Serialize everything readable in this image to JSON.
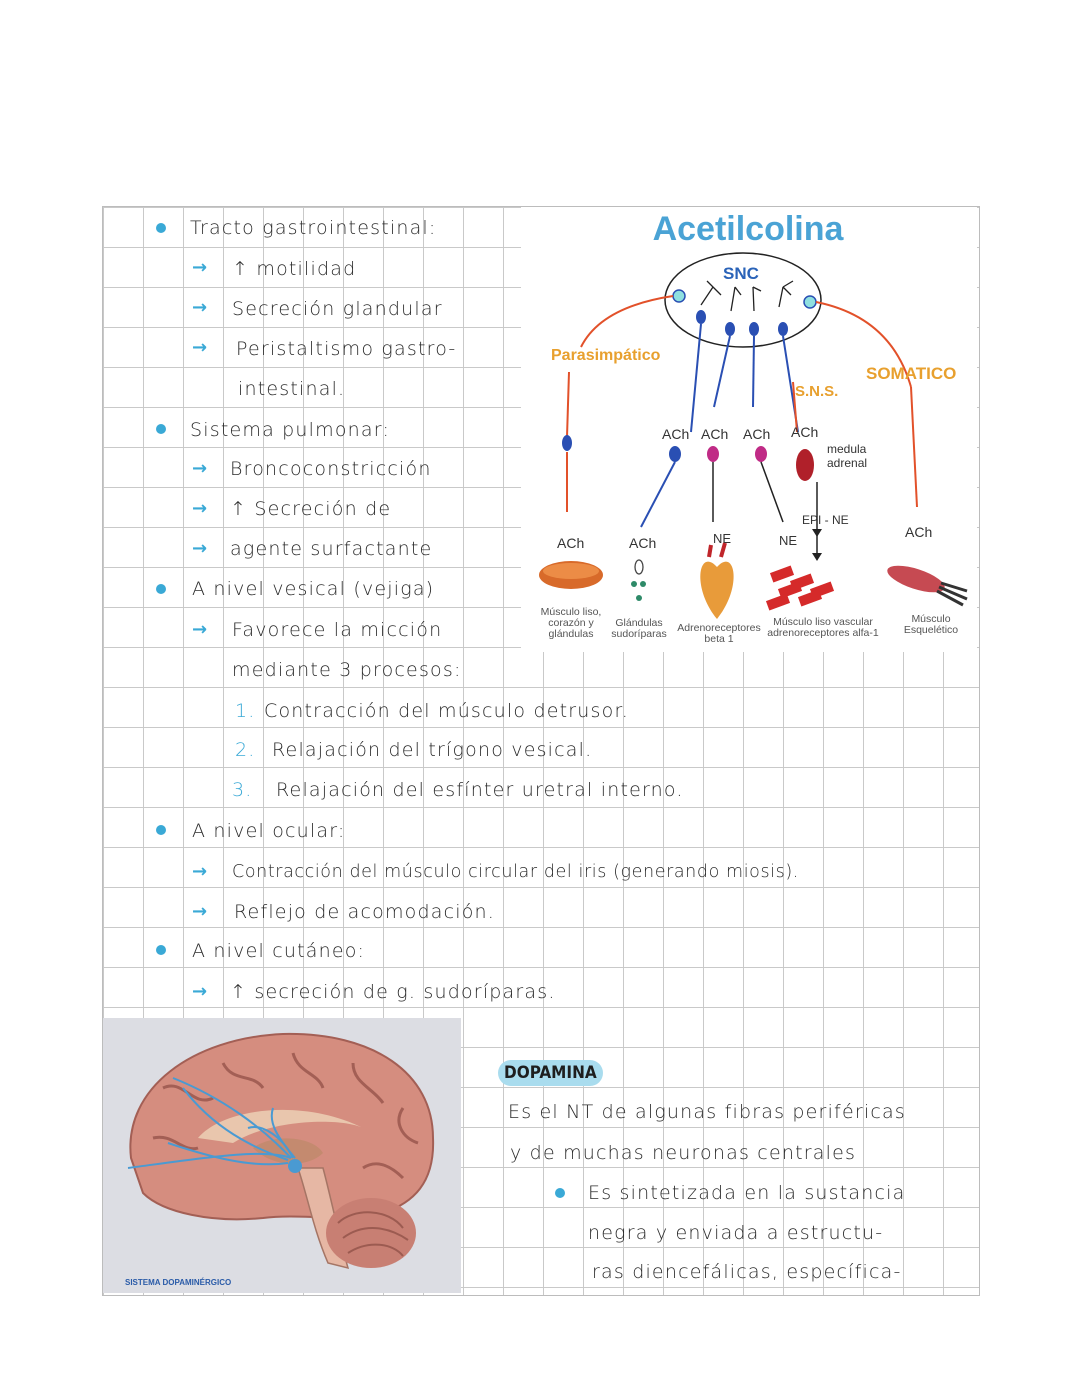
{
  "colors": {
    "accent": "#3aa9d6",
    "grid": "#c9c9c9"
  },
  "notes": {
    "l1": "Tracto gastrointestinal:",
    "l2": "↑ motilidad",
    "l3": "Secreción glandular",
    "l4": "Peristaltismo gastro-",
    "l5": "intestinal.",
    "l6": "Sistema pulmonar:",
    "l7": "Broncoconstricción",
    "l8": "↑ Secreción de",
    "l9": "agente surfactante",
    "l10": "A nivel vesical (vejiga)",
    "l11": "Favorece la micción",
    "l12": "mediante 3 procesos:",
    "l13_num": "1.",
    "l13": "Contracción del músculo detrusor.",
    "l14_num": "2.",
    "l14": "Relajación del trígono vesical.",
    "l15_num": "3.",
    "l15": "Relajación del esfínter uretral interno.",
    "l16": "A nivel ocular:",
    "l17": "Contracción del músculo circular del iris (generando miosis).",
    "l18": "Reflejo de acomodación.",
    "l19": "A nivel cutáneo:",
    "l20": "↑ secreción de g. sudoríparas.",
    "arrow_glyph": "→"
  },
  "ach_figure": {
    "title": "Acetilcolina",
    "snc": "SNC",
    "parasimpatico": "Parasimpático",
    "sns": "S.N.S.",
    "somatico": "SOMATICO",
    "ach": "ACh",
    "ne": "NE",
    "medula_1": "medula",
    "medula_2": "adrenal",
    "epi_ne": "EPI - NE",
    "cap_musculo_liso_1": "Músculo liso,",
    "cap_musculo_liso_2": "corazón y",
    "cap_musculo_liso_3": "glándulas",
    "cap_glandulas_1": "Glándulas",
    "cap_glandulas_2": "sudoríparas",
    "cap_adreno_1": "Adrenoreceptores",
    "cap_adreno_2": "beta 1",
    "cap_vascular_1": "Músculo liso vascular",
    "cap_vascular_2": "adrenoreceptores alfa-1",
    "cap_esq_1": "Músculo",
    "cap_esq_2": "Esquelético"
  },
  "brain_figure": {
    "label": "SISTEMA DOPAMINÉRGICO"
  },
  "dopamina": {
    "title": "DOPAMINA",
    "p1": "Es el NT de algunas fibras periféricas",
    "p2": "y de muchas neuronas centrales",
    "p3": "Es sintetizada en la sustancia",
    "p4": "negra y enviada a estructu-",
    "p5": "ras diencefálicas, específica-"
  }
}
